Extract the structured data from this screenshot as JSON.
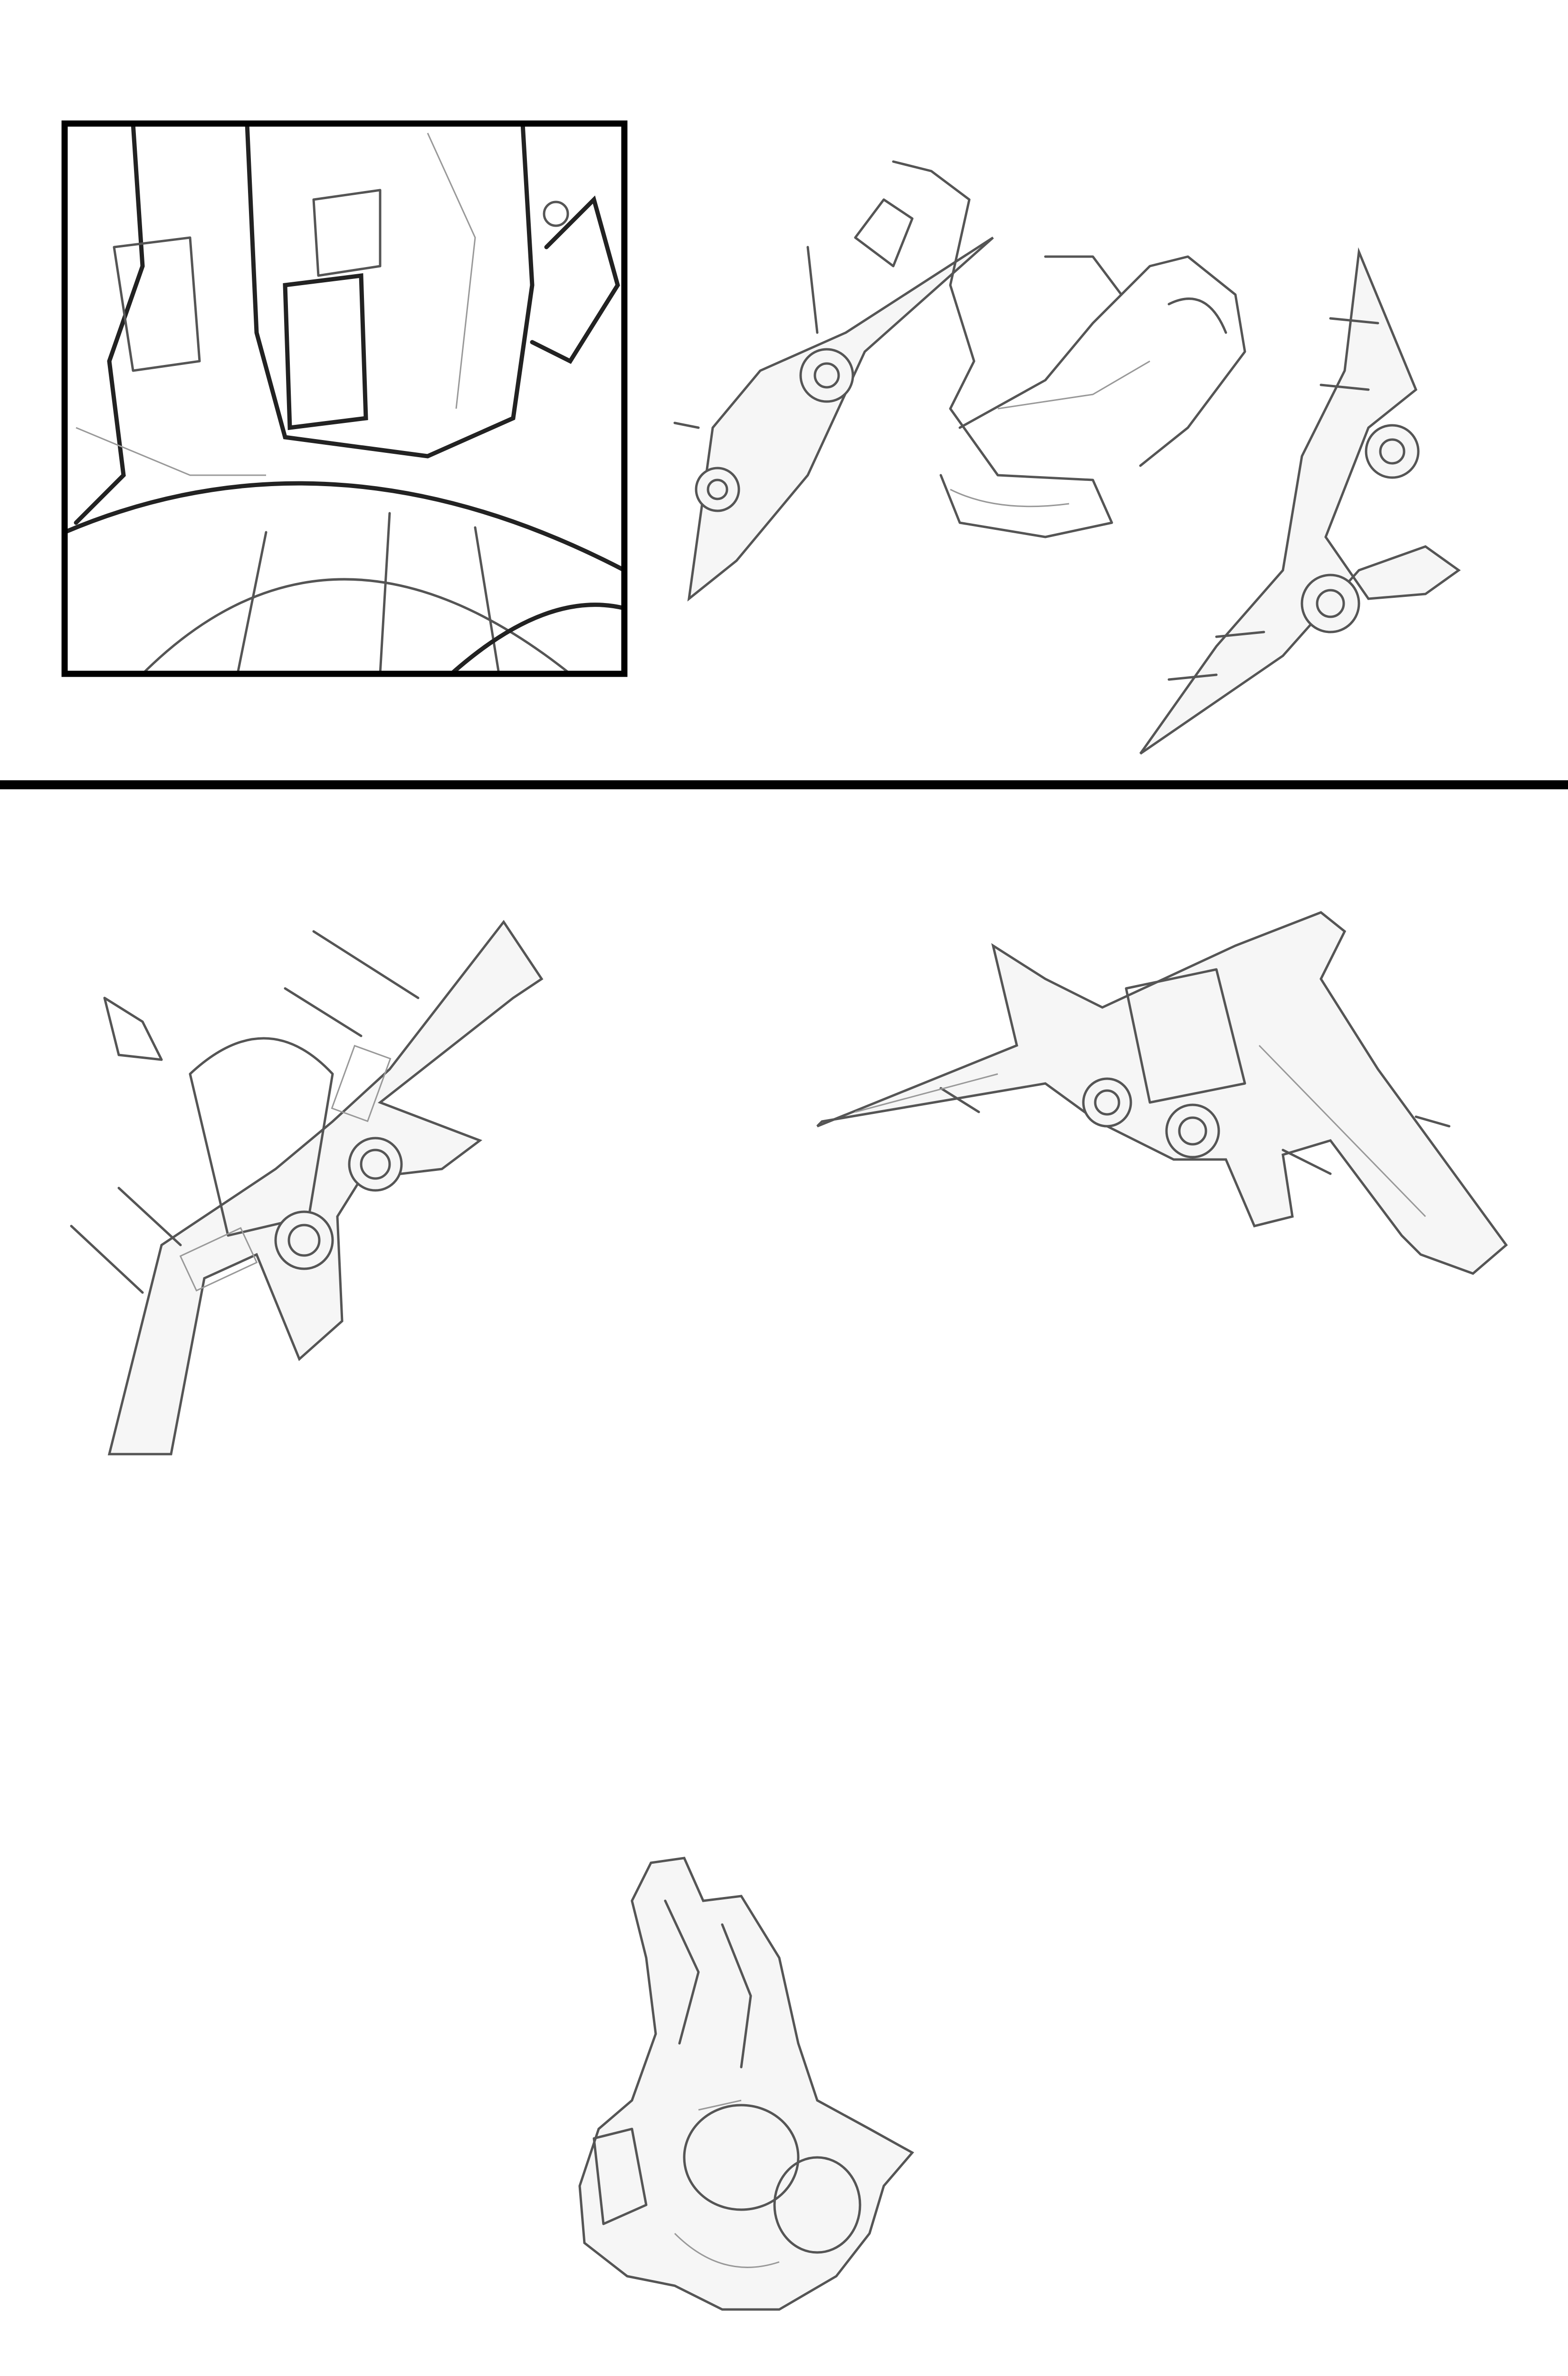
{
  "page": {
    "background_color": "#ffffff",
    "ink_color": "#000000"
  },
  "artwork": {
    "panels": [
      "closeup-panel",
      "pilot-and-jets-sketch",
      "jet-top-view",
      "jet-rear-view",
      "pilot-figure"
    ]
  }
}
